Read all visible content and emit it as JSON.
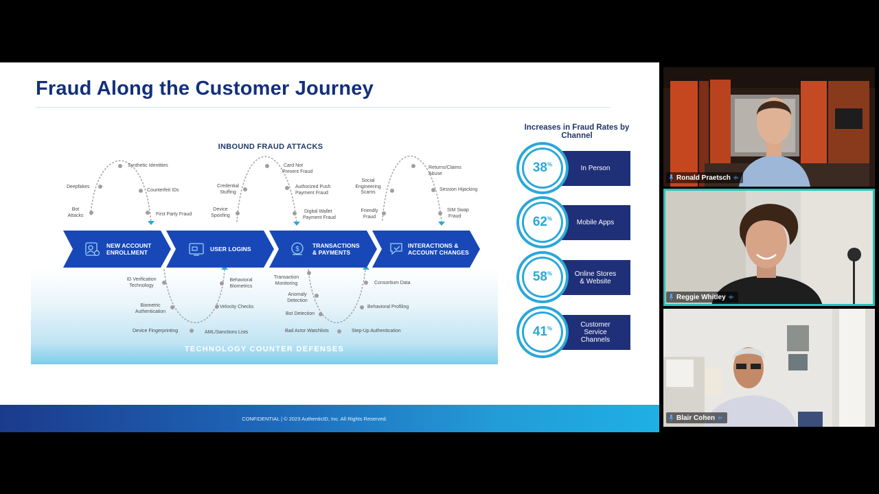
{
  "slide": {
    "title": "Fraud Along the Customer Journey",
    "inbound_heading": "INBOUND FRAUD ATTACKS",
    "defense_heading": "TECHNOLOGY COUNTER DEFENSES",
    "stages": [
      {
        "label_line1": "NEW ACCOUNT",
        "label_line2": "ENROLLMENT",
        "icon": "user-form-icon"
      },
      {
        "label_line1": "USER LOGINS",
        "label_line2": "",
        "icon": "login-screen-icon"
      },
      {
        "label_line1": "TRANSACTIONS",
        "label_line2": "& PAYMENTS",
        "icon": "payment-icon"
      },
      {
        "label_line1": "INTERACTIONS &",
        "label_line2": "ACCOUNT CHANGES",
        "icon": "chat-icon"
      }
    ],
    "attacks": {
      "synthetic_identities": "Synthetic Identities",
      "deepfakes": "Deepfakes",
      "counterfeit_ids": "Counterfeit IDs",
      "bot_attacks_1": "Bot",
      "bot_attacks_2": "Attacks",
      "first_party_fraud": "First Party Fraud",
      "card_not_present_1": "Card Not",
      "card_not_present_2": "Present Fraud",
      "credential_stuffing_1": "Credential",
      "credential_stuffing_2": "Stuffing",
      "authorized_push_1": "Authorized Push",
      "authorized_push_2": "Payment Fraud",
      "device_spoofing_1": "Device",
      "device_spoofing_2": "Spoofing",
      "digital_wallet_1": "Digital Wallet",
      "digital_wallet_2": "Payment Fraud",
      "social_eng_1": "Social",
      "social_eng_2": "Engineering",
      "social_eng_3": "Scams",
      "returns_claims_1": "Returns/Claims",
      "returns_claims_2": "Abuse",
      "session_hijacking": "Session Hijacking",
      "friendly_fraud_1": "Friendly",
      "friendly_fraud_2": "Fraud",
      "sim_swap_1": "SIM Swap",
      "sim_swap_2": "Fraud"
    },
    "defenses": {
      "id_verification_1": "ID Verification",
      "id_verification_2": "Technology",
      "behavioral_biometrics_1": "Behavioral",
      "behavioral_biometrics_2": "Biometrics",
      "biometric_auth_1": "Biometric",
      "biometric_auth_2": "Authentication",
      "velocity_checks": "Velocity Checks",
      "device_fingerprinting": "Device Fingerprinting",
      "aml_sanctions": "AML/Sanctions Lists",
      "transaction_monitoring_1": "Transaction",
      "transaction_monitoring_2": "Monitoring",
      "consortium_data": "Consortium Data",
      "anomaly_detection_1": "Anomaly",
      "anomaly_detection_2": "Detection",
      "behavioral_profiling": "Behavioral Profiling",
      "bot_detection": "Bot Detection",
      "bad_actor_watchlists": "Bad Actor Watchlists",
      "step_up_auth": "Step-Up Authentication"
    },
    "stats_heading": "Increases in Fraud Rates by Channel",
    "stats": [
      {
        "value": "38",
        "unit": "%",
        "label_line1": "In Person",
        "label_line2": "",
        "label_line3": ""
      },
      {
        "value": "62",
        "unit": "%",
        "label_line1": "Mobile Apps",
        "label_line2": "",
        "label_line3": ""
      },
      {
        "value": "58",
        "unit": "%",
        "label_line1": "Online Stores",
        "label_line2": "& Website",
        "label_line3": ""
      },
      {
        "value": "41",
        "unit": "%",
        "label_line1": "Customer",
        "label_line2": "Service",
        "label_line3": "Channels"
      }
    ],
    "footer": "CONFIDENTIAL  |  © 2023 AuthenticID, Inc. All Rights Reserved."
  },
  "participants": [
    {
      "name": "Ronald Praetsch",
      "active": false
    },
    {
      "name": "Reggie Whitley",
      "active": true
    },
    {
      "name": "Blair Cohen",
      "active": false
    }
  ],
  "colors": {
    "title": "#13307a",
    "chevron": "#1848b8",
    "accent": "#2aa7d9",
    "stat_bar": "#1f2f78",
    "active_speaker": "#27c3b8"
  }
}
